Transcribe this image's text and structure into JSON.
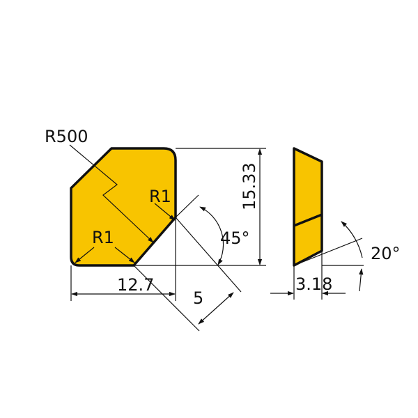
{
  "colors": {
    "insert_fill": "#F8C400",
    "outline": "#111111",
    "background": "#FFFFFF"
  },
  "labels": {
    "r500": "R500",
    "r1_upper": "R1",
    "r1_lower": "R1",
    "length": "12.7",
    "height": "15.33",
    "chamfer_angle": "45°",
    "chamfer_length": "5",
    "thickness": "3.18",
    "clearance_angle": "20°"
  }
}
